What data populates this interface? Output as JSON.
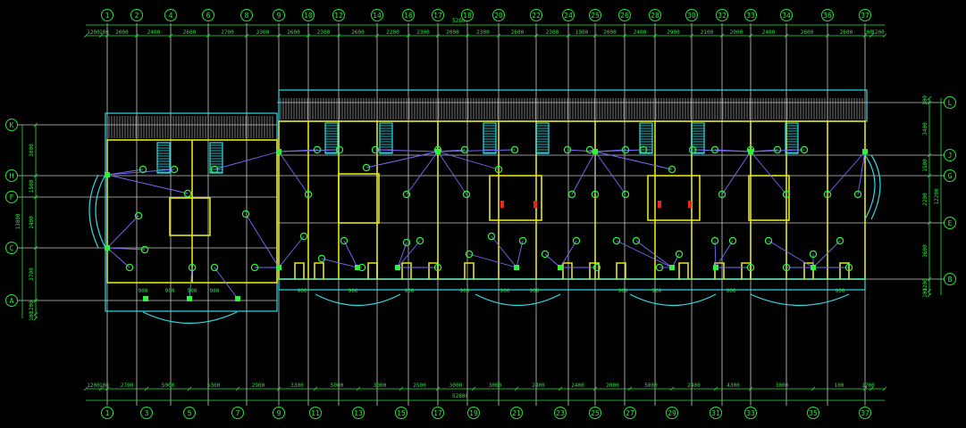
{
  "drawing": {
    "top_axes": [
      "1",
      "2",
      "4",
      "6",
      "8",
      "9",
      "10",
      "12",
      "14",
      "16",
      "17",
      "18",
      "20",
      "22",
      "24",
      "25",
      "26",
      "28",
      "30",
      "32",
      "33",
      "34",
      "36",
      "37"
    ],
    "bottom_axes": [
      "1",
      "3",
      "5",
      "7",
      "9",
      "11",
      "13",
      "15",
      "17",
      "19",
      "21",
      "23",
      "25",
      "27",
      "29",
      "31",
      "33",
      "35",
      "37"
    ],
    "left_axes": [
      "K",
      "H",
      "F",
      "C",
      "A"
    ],
    "right_axes": [
      "L",
      "J",
      "G",
      "E",
      "B"
    ],
    "top_dims": [
      "1200",
      "100",
      "2000",
      "2400",
      "2600",
      "2700",
      "2300",
      "2600",
      "2300",
      "2600",
      "2200",
      "2300",
      "2000",
      "2300",
      "2600",
      "2300",
      "1900",
      "2000",
      "2400",
      "2900",
      "2100",
      "2000",
      "2400",
      "2600",
      "2600",
      "100",
      "1200"
    ],
    "top_total": "52800",
    "bottom_dims": [
      "1200",
      "100",
      "2700",
      "5000",
      "5300",
      "2900",
      "3300",
      "5000",
      "3000",
      "2500",
      "3000",
      "3000",
      "2400",
      "2400",
      "2000",
      "5000",
      "2400",
      "4300",
      "3000",
      "100",
      "1200"
    ],
    "bottom_total": "52800",
    "left_dims": [
      "3000",
      "1500",
      "2400",
      "3700",
      "1200",
      "100"
    ],
    "left_total": "13800",
    "right_dims": [
      "100",
      "3400",
      "1500",
      "2200",
      "3600",
      "1200",
      "100"
    ],
    "right_total": "12200",
    "balcony_dims": [
      "900",
      "900",
      "900",
      "900",
      "900",
      "900",
      "900",
      "900",
      "900",
      "900",
      "900",
      "900",
      "900",
      "900"
    ]
  },
  "colors": {
    "axis": "#27e33a",
    "wall": "#e6e61a",
    "glass": "#2fdde8",
    "wire": "#7a6bff",
    "fixture": "#2ff03c"
  }
}
